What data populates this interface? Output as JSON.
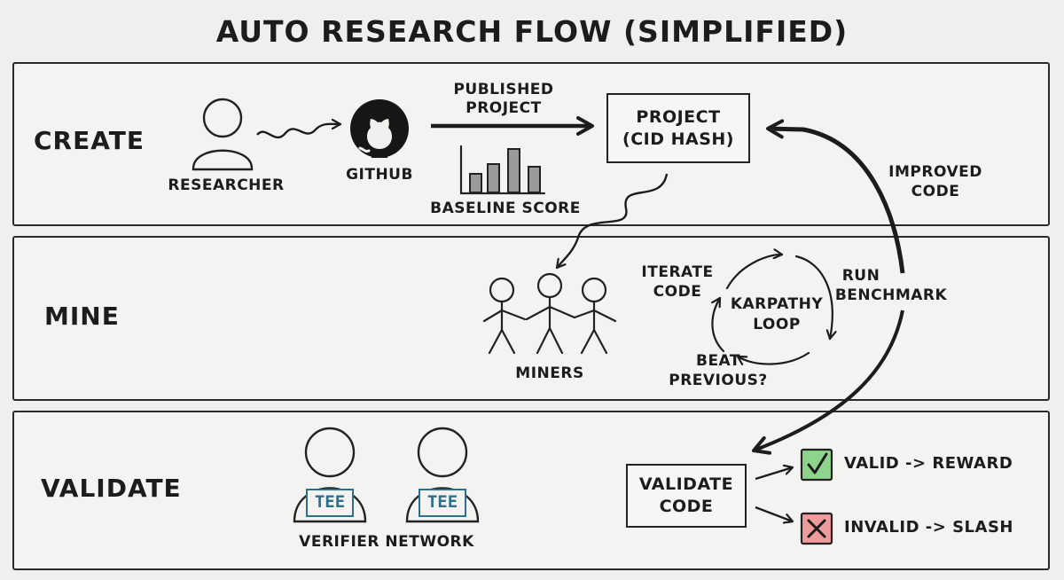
{
  "title": "AUTO RESEARCH FLOW (SIMPLIFIED)",
  "lanes": {
    "create": "CREATE",
    "mine": "MINE",
    "validate": "VALIDATE"
  },
  "create": {
    "researcher": "RESEARCHER",
    "github": "GITHUB",
    "published_line1": "PUBLISHED",
    "published_line2": "PROJECT",
    "baseline": "BASELINE SCORE",
    "project_line1": "PROJECT",
    "project_line2": "(CID HASH)",
    "improved_line1": "IMPROVED",
    "improved_line2": "CODE"
  },
  "mine": {
    "miners": "MINERS",
    "loop_line1": "KARPATHY",
    "loop_line2": "LOOP",
    "iterate_line1": "ITERATE",
    "iterate_line2": "CODE",
    "run_line1": "RUN",
    "run_line2": "BENCHMARK",
    "beat_line1": "BEAT",
    "beat_line2": "PREVIOUS?"
  },
  "validate": {
    "tee_badge": "TEE",
    "verifier_network": "VERIFIER NETWORK",
    "box_line1": "VALIDATE",
    "box_line2": "CODE",
    "valid": "VALID -> REWARD",
    "invalid": "INVALID -> SLASH"
  },
  "colors": {
    "ink": "#1c1c1c",
    "tee_blue": "#2d6f8c",
    "valid_green": "#8fd48d",
    "invalid_red": "#ef9b9b"
  },
  "icons": {
    "person": "person-icon",
    "github": "github-icon",
    "chart": "bar-chart-icon",
    "check": "check-icon",
    "cross": "cross-icon"
  }
}
